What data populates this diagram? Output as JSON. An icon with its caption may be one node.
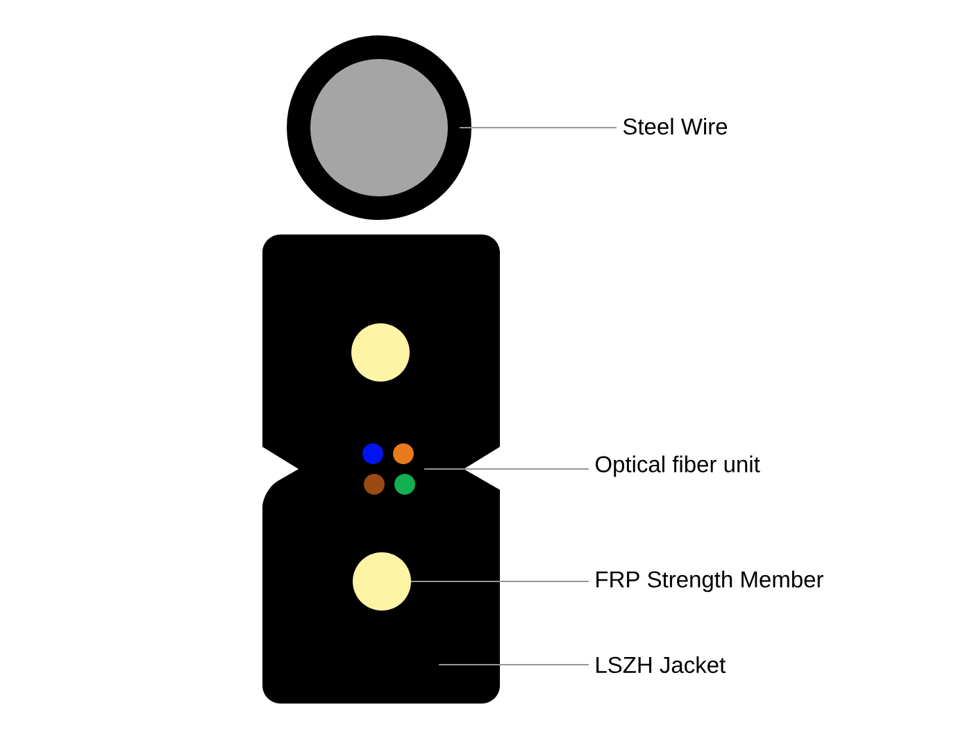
{
  "diagram": {
    "nodes": [
      {
        "text": [
          "Steel Wire"
        ]
      },
      {
        "text": [
          "Optical fiber unit"
        ]
      },
      {
        "text": [
          "FRP Strength Member"
        ]
      },
      {
        "text": [
          "LSZH Jacket"
        ]
      },
      {
        "text": [],
        "shape": "circle"
      },
      {
        "text": [],
        "shape": "box"
      },
      {
        "text": [],
        "shape": "circle",
        "in": 5
      },
      {
        "text": [],
        "shape": "circle",
        "in": 5
      },
      {
        "text": [],
        "shape": "circle",
        "in": 5
      }
    ],
    "edges": [
      {
        "from": 0,
        "to": 4,
        "arrow": "none"
      },
      {
        "from": 1,
        "to": 7,
        "arrow": "none"
      },
      {
        "from": 2,
        "to": 8,
        "arrow": "none"
      },
      {
        "from": 3,
        "to": 5,
        "arrow": "none"
      }
    ]
  }
}
